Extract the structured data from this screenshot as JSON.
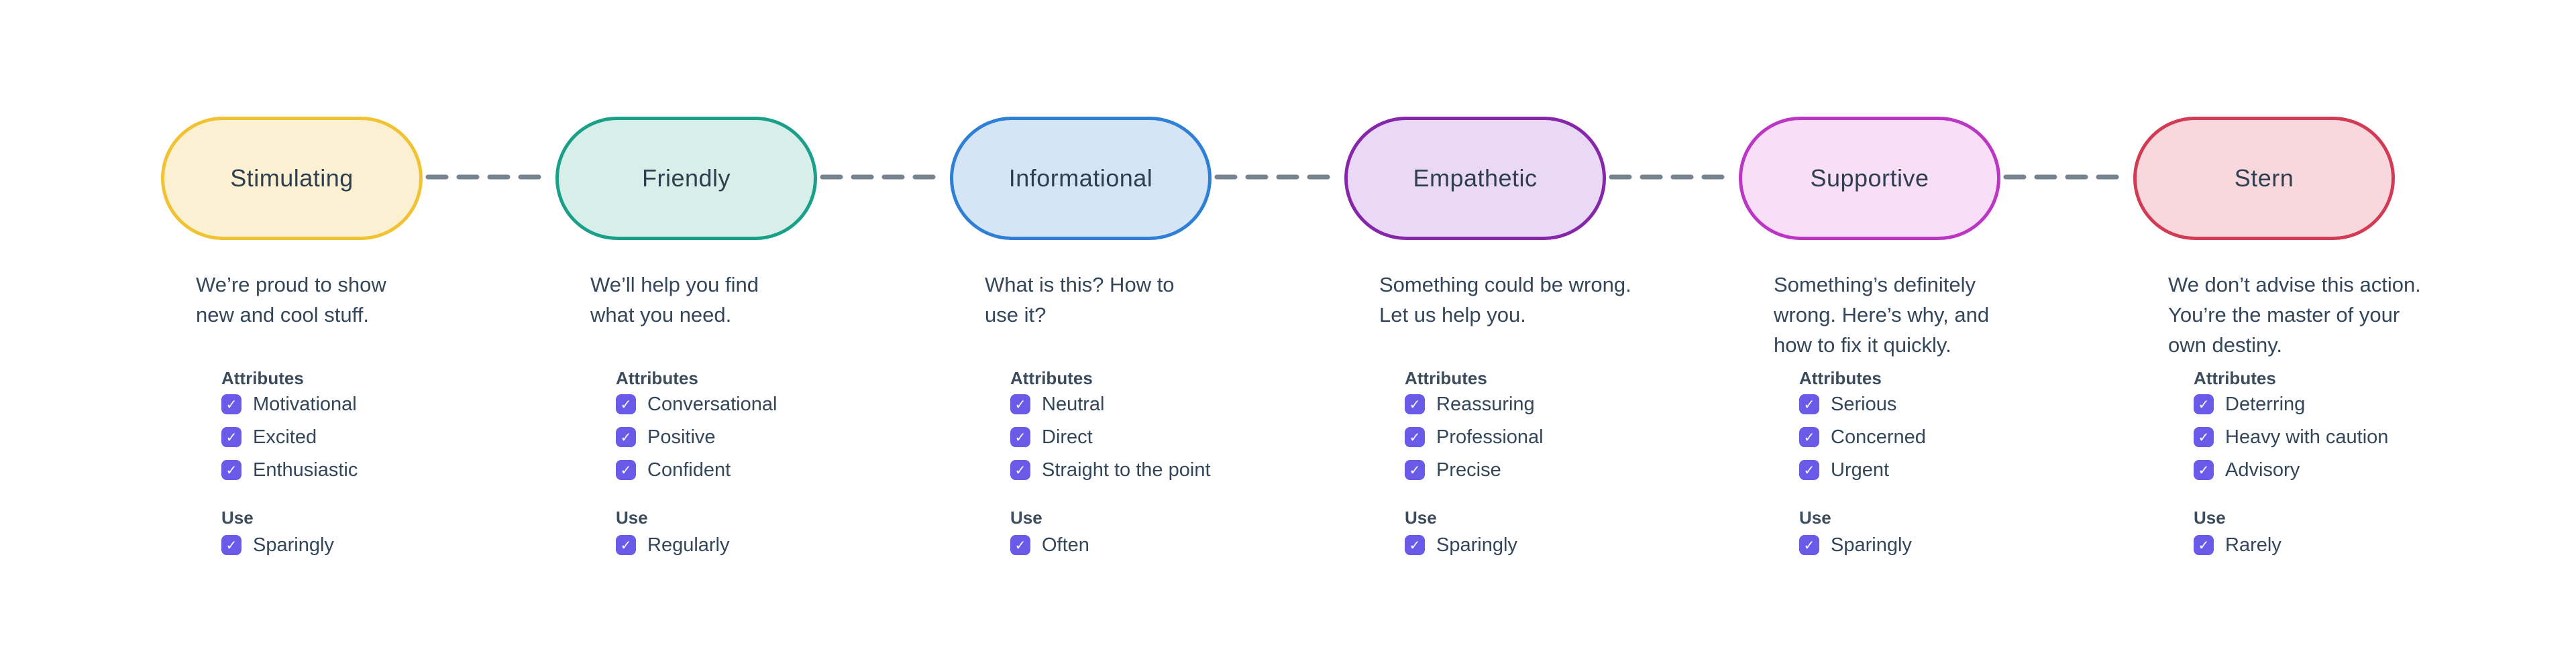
{
  "diagram": {
    "title": "tone-spectrum",
    "connector_style": "dashed-horizontal-line"
  },
  "colors": {
    "background": "#FFFFFF",
    "text": "#33465A",
    "heading_text": "#3D4C5C",
    "pill_label_text": "#2F3F50",
    "checkbox": "#6A5AE8",
    "checkbox_check": "#FFFFFF",
    "connector": "#76828F"
  },
  "checkbox_glyph": "✓",
  "columns": [
    {
      "label": "Stimulating",
      "description": "We’re proud to show\nnew and cool stuff.",
      "attributes_heading": "Attributes",
      "attributes": [
        "Motivational",
        "Excited",
        "Enthusiastic"
      ],
      "attributes_checked": [
        true,
        true,
        true
      ],
      "use_heading": "Use",
      "use": [
        "Sparingly"
      ],
      "use_checked": [
        true
      ],
      "colors": {
        "fill": "#FBF1D2",
        "border": "#F1C232"
      }
    },
    {
      "label": "Friendly",
      "description": "We’ll help you find\nwhat you need.",
      "attributes_heading": "Attributes",
      "attributes": [
        "Conversational",
        "Positive",
        "Confident"
      ],
      "attributes_checked": [
        true,
        true,
        true
      ],
      "use_heading": "Use",
      "use": [
        "Regularly"
      ],
      "use_checked": [
        true
      ],
      "colors": {
        "fill": "#D8EEE9",
        "border": "#19A088"
      }
    },
    {
      "label": "Informational",
      "description": "What is this? How to\nuse it?",
      "attributes_heading": "Attributes",
      "attributes": [
        "Neutral",
        "Direct",
        "Straight to the point"
      ],
      "attributes_checked": [
        true,
        true,
        true
      ],
      "use_heading": "Use",
      "use": [
        "Often"
      ],
      "use_checked": [
        true
      ],
      "colors": {
        "fill": "#D5E5F6",
        "border": "#2E7FD6"
      }
    },
    {
      "label": "Empathetic",
      "description": "Something could be wrong.\nLet us help you.",
      "attributes_heading": "Attributes",
      "attributes": [
        "Reassuring",
        "Professional",
        "Precise"
      ],
      "attributes_checked": [
        true,
        true,
        true
      ],
      "use_heading": "Use",
      "use": [
        "Sparingly"
      ],
      "use_checked": [
        true
      ],
      "colors": {
        "fill": "#EAD9F6",
        "border": "#8626AA"
      }
    },
    {
      "label": "Supportive",
      "description": "Something’s definitely\nwrong. Here’s why, and\nhow to fix it quickly.",
      "attributes_heading": "Attributes",
      "attributes": [
        "Serious",
        "Concerned",
        "Urgent"
      ],
      "attributes_checked": [
        true,
        true,
        true
      ],
      "use_heading": "Use",
      "use": [
        "Sparingly"
      ],
      "use_checked": [
        true
      ],
      "colors": {
        "fill": "#F8DEF7",
        "border": "#BC35C4"
      }
    },
    {
      "label": "Stern",
      "description": "We don’t advise this action.\nYou’re the master of your\nown destiny.",
      "attributes_heading": "Attributes",
      "attributes": [
        "Deterring",
        "Heavy with caution",
        "Advisory"
      ],
      "attributes_checked": [
        true,
        true,
        true
      ],
      "use_heading": "Use",
      "use": [
        "Rarely"
      ],
      "use_checked": [
        true
      ],
      "colors": {
        "fill": "#F8D8DD",
        "border": "#D23B53"
      }
    }
  ]
}
